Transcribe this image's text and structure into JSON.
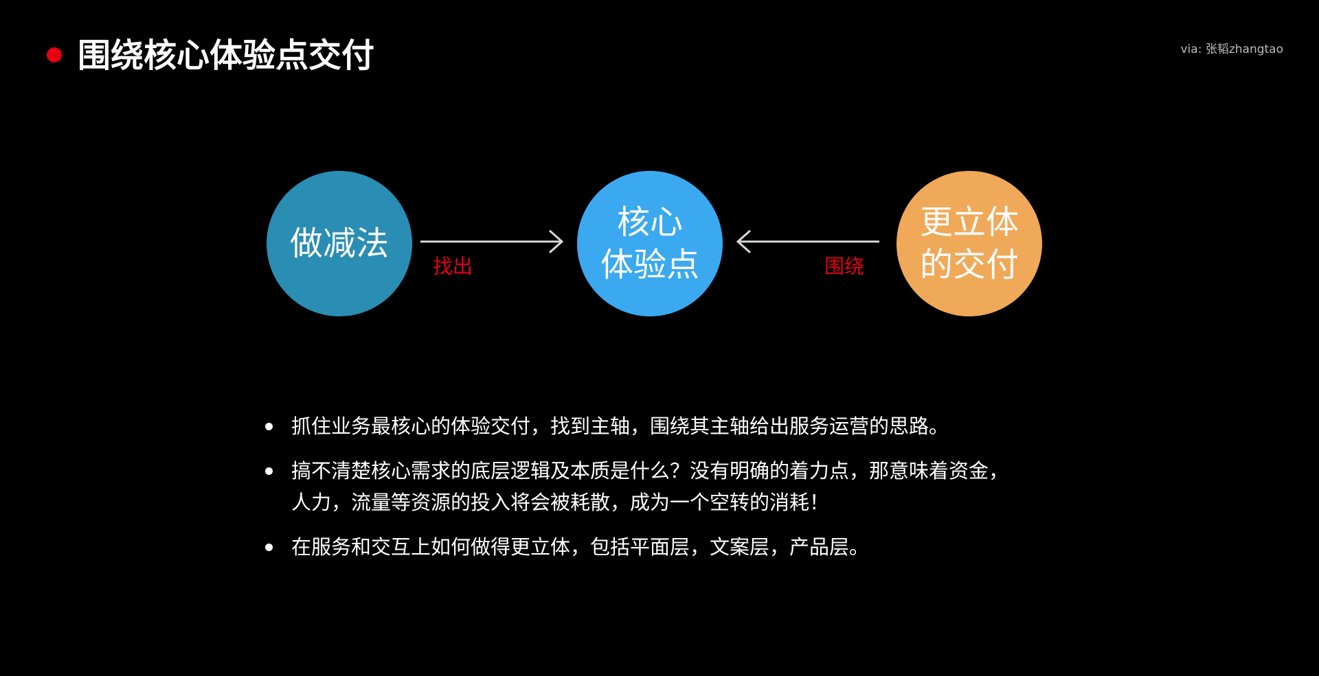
{
  "header": {
    "title": "围绕核心体验点交付",
    "via": "via: 张韬zhangtao"
  },
  "diagram": {
    "left_circle": {
      "line1": "做减法",
      "line2": ""
    },
    "center_circle": {
      "line1": "核心",
      "line2": "体验点"
    },
    "right_circle": {
      "line1": "更立体",
      "line2": "的交付"
    },
    "left_arrow_label": "找出",
    "right_arrow_label": "围绕"
  },
  "bullets": [
    {
      "text": "抓住业务最核心的体验交付，找到主轴，围绕其主轴给出服务运营的思路。"
    },
    {
      "text": "搞不清楚核心需求的底层逻辑及本质是什么？没有明确的着力点，那意味着资金，人力，流量等资源的投入将会被耗散，成为一个空转的消耗！"
    },
    {
      "text": "在服务和交互上如何做得更立体，包括平面层，文案层，产品层。"
    }
  ],
  "colors": {
    "background": "#000000",
    "accent_red": "#e60012",
    "circle_left": "#2a8db3",
    "circle_center": "#3aa9f0",
    "circle_right": "#f0a959"
  }
}
